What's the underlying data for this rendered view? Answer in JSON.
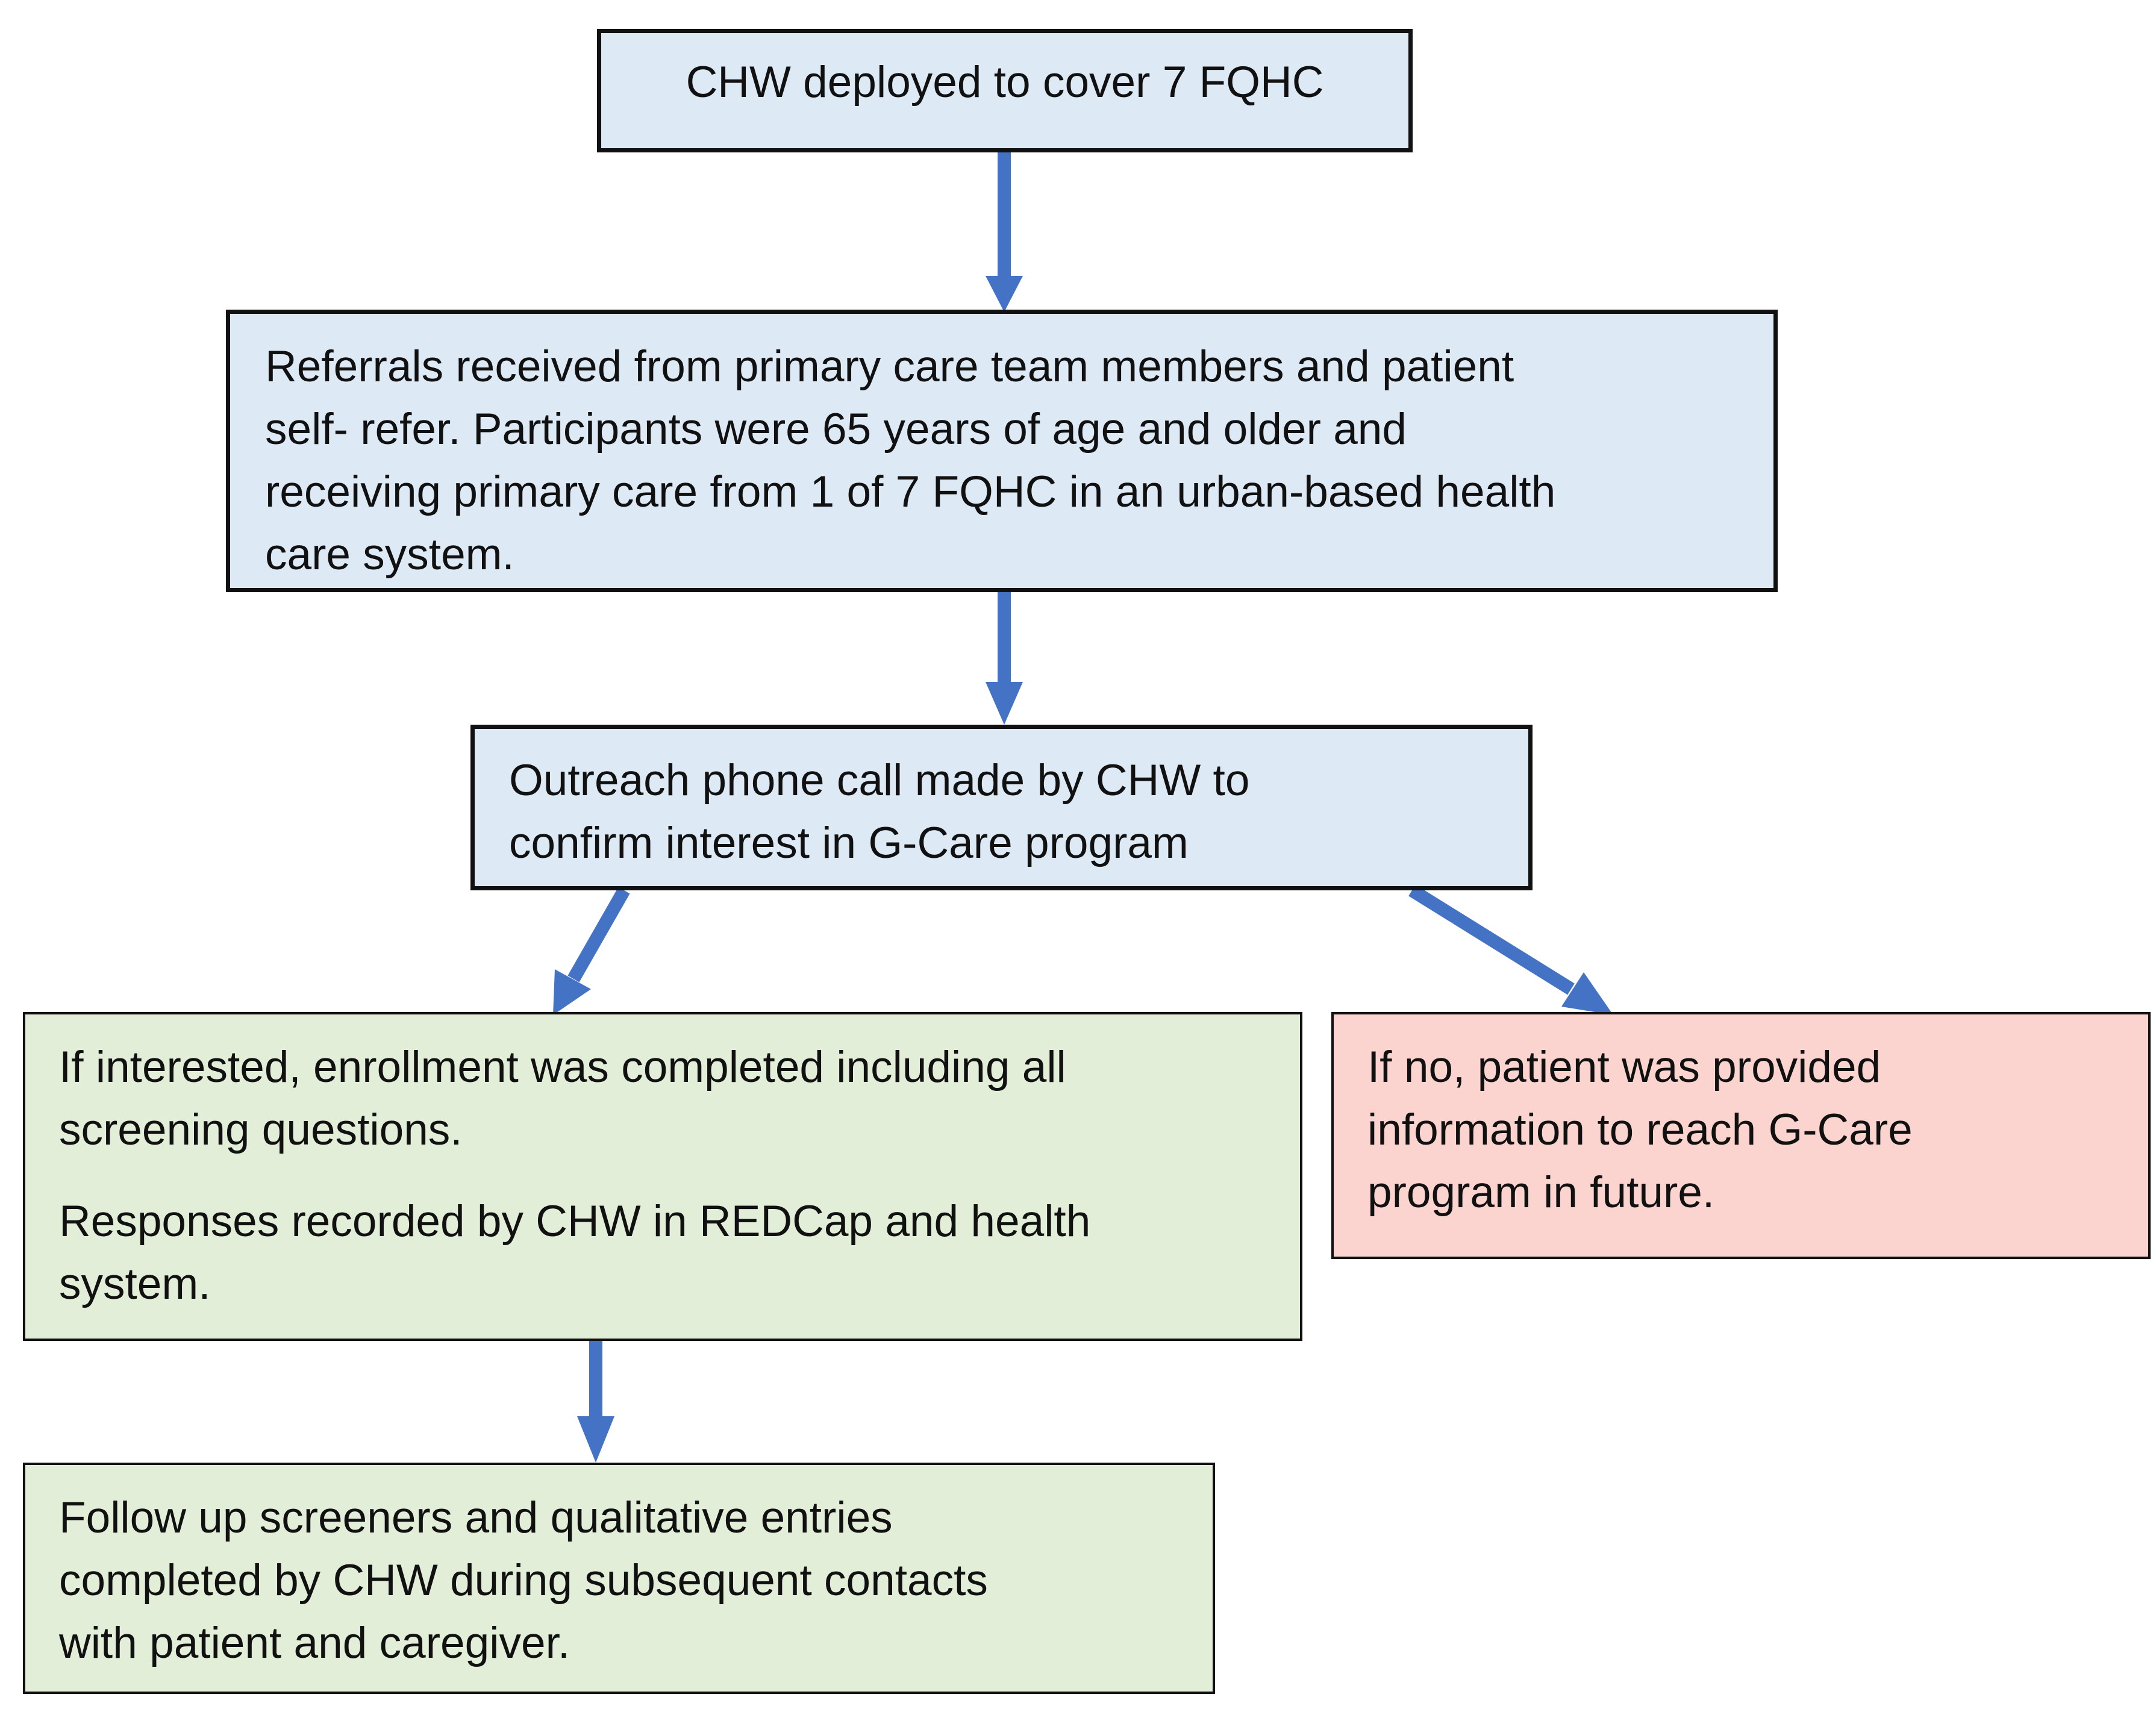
{
  "flowchart": {
    "step1": {
      "text": "CHW deployed to cover 7 FQHC"
    },
    "step2": {
      "lines": [
        "Referrals received from primary care team members and patient",
        "self- refer. Participants were 65 years of age and older and",
        "receiving primary care from 1 of 7 FQHC in an urban-based health",
        "care system."
      ]
    },
    "step3": {
      "lines": [
        "Outreach phone call made by CHW to",
        "confirm interest in G-Care program"
      ]
    },
    "yes_branch": {
      "para1": [
        "If interested, enrollment was completed including all",
        "screening questions."
      ],
      "para2": [
        "Responses recorded by CHW in REDCap and health",
        "system."
      ]
    },
    "no_branch": {
      "lines": [
        "If no, patient was provided",
        "information to reach G-Care",
        "program in future."
      ]
    },
    "step_final": {
      "lines": [
        "Follow up screeners and qualitative entries",
        "completed by CHW during subsequent contacts",
        "with patient and caregiver."
      ]
    }
  },
  "colors": {
    "box_blue": "#dde9f5",
    "box_green": "#e2eed8",
    "box_red": "#fcd4cf",
    "arrow": "#4472c4",
    "border": "#111111"
  }
}
